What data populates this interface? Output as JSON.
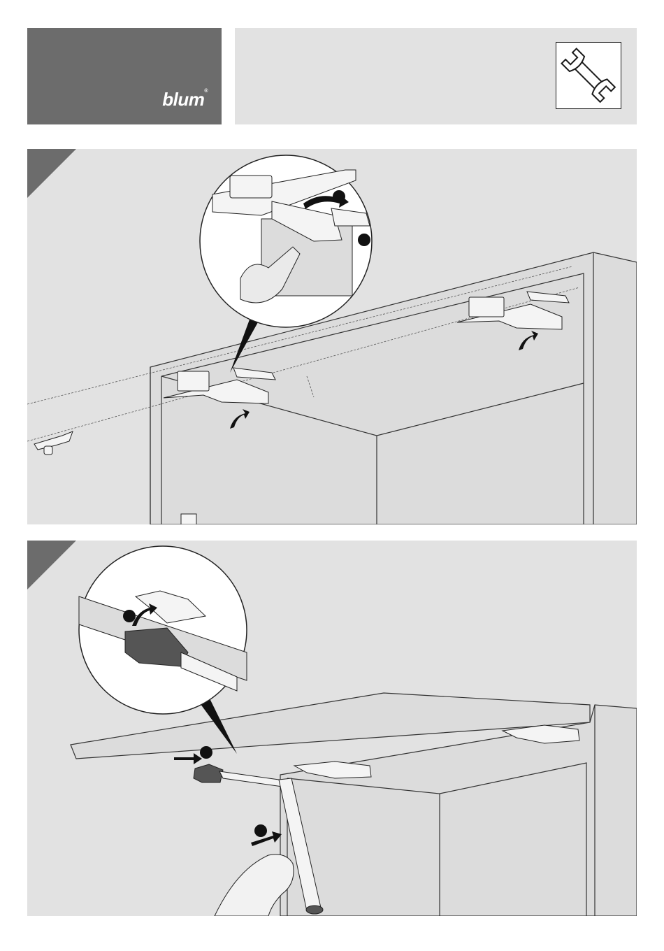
{
  "brand": {
    "name": "blum",
    "registered_mark": "®",
    "color_box": "#6c6c6c",
    "header_bg": "#e2e2e2"
  },
  "header": {
    "tool_icon": "wrench-icon"
  },
  "steps": [
    {
      "step_corner": "triangle-corner",
      "description": "detach-hinge-plate",
      "callout_markers": [
        "",
        ""
      ]
    },
    {
      "step_corner": "triangle-corner",
      "description": "detach-lift-arm",
      "callout_markers": [
        "",
        "",
        ""
      ]
    }
  ],
  "colors": {
    "panel_bg": "#e2e2e2",
    "ink": "#1a1a1a",
    "corner": "#6c6c6c",
    "cabinet": "#dcdcdc"
  }
}
